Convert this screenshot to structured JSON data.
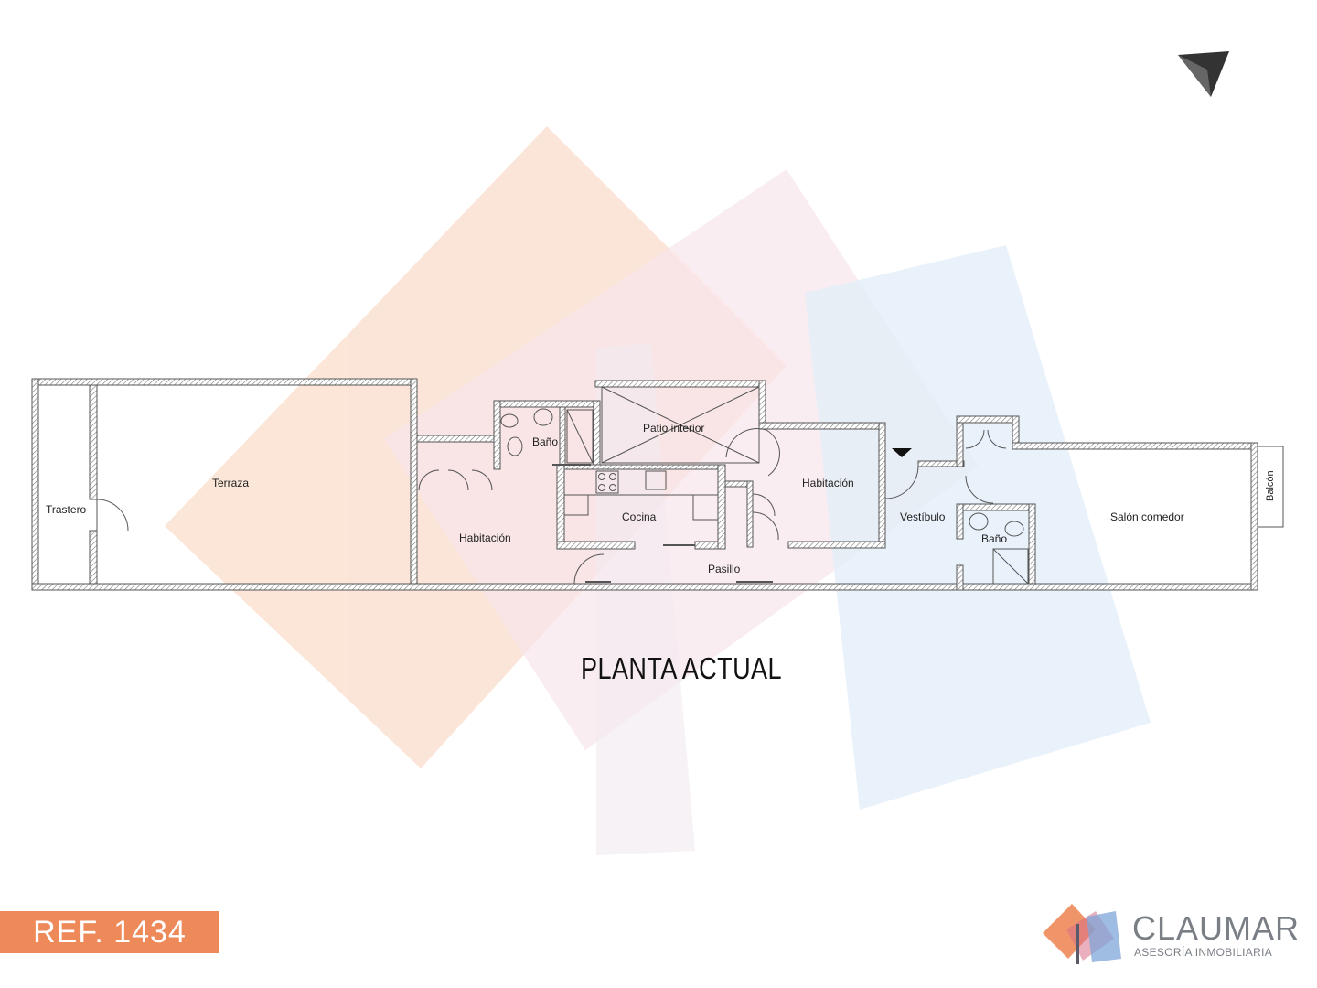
{
  "title": "PLANTA ACTUAL",
  "reference": "REF. 1434",
  "brand": {
    "name": "CLAUMAR",
    "subtitle": "ASESORÍA INMOBILIARIA"
  },
  "rooms": {
    "trastero": "Trastero",
    "terraza": "Terraza",
    "habitacion_1": "Habitación",
    "bano_1": "Baño",
    "patio": "Patio interior",
    "cocina": "Cocina",
    "pasillo": "Pasillo",
    "habitacion_2": "Habitación",
    "vestibulo": "Vestíbulo",
    "bano_2": "Baño",
    "salon": "Salón comedor",
    "balcon": "Balcón"
  },
  "colors": {
    "accent_orange": "#ee8a5a",
    "brand_gray": "#7a7f86",
    "wall": "#555555"
  }
}
